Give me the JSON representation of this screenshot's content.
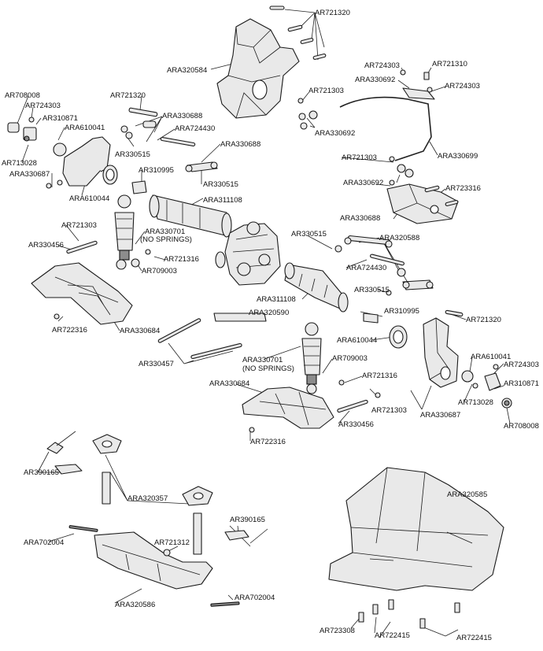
{
  "labels": [
    {
      "id": "l01",
      "text": "AR721320"
    },
    {
      "id": "l02",
      "text": "ARA320584"
    },
    {
      "id": "l03",
      "text": "AR724303"
    },
    {
      "id": "l04",
      "text": "AR721310"
    },
    {
      "id": "l05",
      "text": "ARA330692"
    },
    {
      "id": "l06",
      "text": "AR724303"
    },
    {
      "id": "l07",
      "text": "AR721303"
    },
    {
      "id": "l08",
      "text": "ARA330692"
    },
    {
      "id": "l09",
      "text": "ARA330699"
    },
    {
      "id": "l10",
      "text": "AR708008"
    },
    {
      "id": "l11",
      "text": "AR724303"
    },
    {
      "id": "l12",
      "text": "AR310871"
    },
    {
      "id": "l13",
      "text": "ARA610041"
    },
    {
      "id": "l14",
      "text": "AR713028"
    },
    {
      "id": "l15",
      "text": "ARA330687"
    },
    {
      "id": "l16",
      "text": "ARA610044"
    },
    {
      "id": "l17",
      "text": "AR721320"
    },
    {
      "id": "l18",
      "text": "ARA330688"
    },
    {
      "id": "l19",
      "text": "ARA724430"
    },
    {
      "id": "l20",
      "text": "AR330515"
    },
    {
      "id": "l21",
      "text": "ARA330688"
    },
    {
      "id": "l22",
      "text": "AR310995"
    },
    {
      "id": "l23",
      "text": "AR330515"
    },
    {
      "id": "l24",
      "text": "ARA311108"
    },
    {
      "id": "l25",
      "text": "AR721303"
    },
    {
      "id": "l26",
      "text": "ARA330692"
    },
    {
      "id": "l27",
      "text": "AR723316"
    },
    {
      "id": "l28",
      "text": "ARA330688"
    },
    {
      "id": "l29",
      "text": "AR721303"
    },
    {
      "id": "l30",
      "text": "ARA330701"
    },
    {
      "id": "l31",
      "text": "(NO SPRINGS)"
    },
    {
      "id": "l32",
      "text": "AR330456"
    },
    {
      "id": "l33",
      "text": "AR721316"
    },
    {
      "id": "l34",
      "text": "AR709003"
    },
    {
      "id": "l35",
      "text": "AR330515"
    },
    {
      "id": "l36",
      "text": "ARA320588"
    },
    {
      "id": "l37",
      "text": "ARA724430"
    },
    {
      "id": "l38",
      "text": "AR330515"
    },
    {
      "id": "l39",
      "text": "ARA311108"
    },
    {
      "id": "l40",
      "text": "AR310995"
    },
    {
      "id": "l41",
      "text": "AR721320"
    },
    {
      "id": "l42",
      "text": "AR722316"
    },
    {
      "id": "l43",
      "text": "ARA330684"
    },
    {
      "id": "l44",
      "text": "ARA320590"
    },
    {
      "id": "l45",
      "text": "ARA610044"
    },
    {
      "id": "l46",
      "text": "AR330457"
    },
    {
      "id": "l47",
      "text": "ARA330701"
    },
    {
      "id": "l48",
      "text": "(NO SPRINGS)"
    },
    {
      "id": "l49",
      "text": "AR709003"
    },
    {
      "id": "l50",
      "text": "ARA610041"
    },
    {
      "id": "l51",
      "text": "AR724303"
    },
    {
      "id": "l52",
      "text": "AR721316"
    },
    {
      "id": "l53",
      "text": "AR310871"
    },
    {
      "id": "l54",
      "text": "ARA330684"
    },
    {
      "id": "l55",
      "text": "AR713028"
    },
    {
      "id": "l56",
      "text": "AR721303"
    },
    {
      "id": "l57",
      "text": "ARA330687"
    },
    {
      "id": "l58",
      "text": "AR708008"
    },
    {
      "id": "l59",
      "text": "AR330456"
    },
    {
      "id": "l60",
      "text": "AR722316"
    },
    {
      "id": "l61",
      "text": "AR390165"
    },
    {
      "id": "l62",
      "text": "ARA320357"
    },
    {
      "id": "l63",
      "text": "AR390165"
    },
    {
      "id": "l64",
      "text": "ARA702004"
    },
    {
      "id": "l65",
      "text": "AR721312"
    },
    {
      "id": "l66",
      "text": "ARA320585"
    },
    {
      "id": "l67",
      "text": "ARA702004"
    },
    {
      "id": "l68",
      "text": "ARA320586"
    },
    {
      "id": "l69",
      "text": "AR723308"
    },
    {
      "id": "l70",
      "text": "AR722415"
    },
    {
      "id": "l71",
      "text": "AR722415"
    }
  ]
}
